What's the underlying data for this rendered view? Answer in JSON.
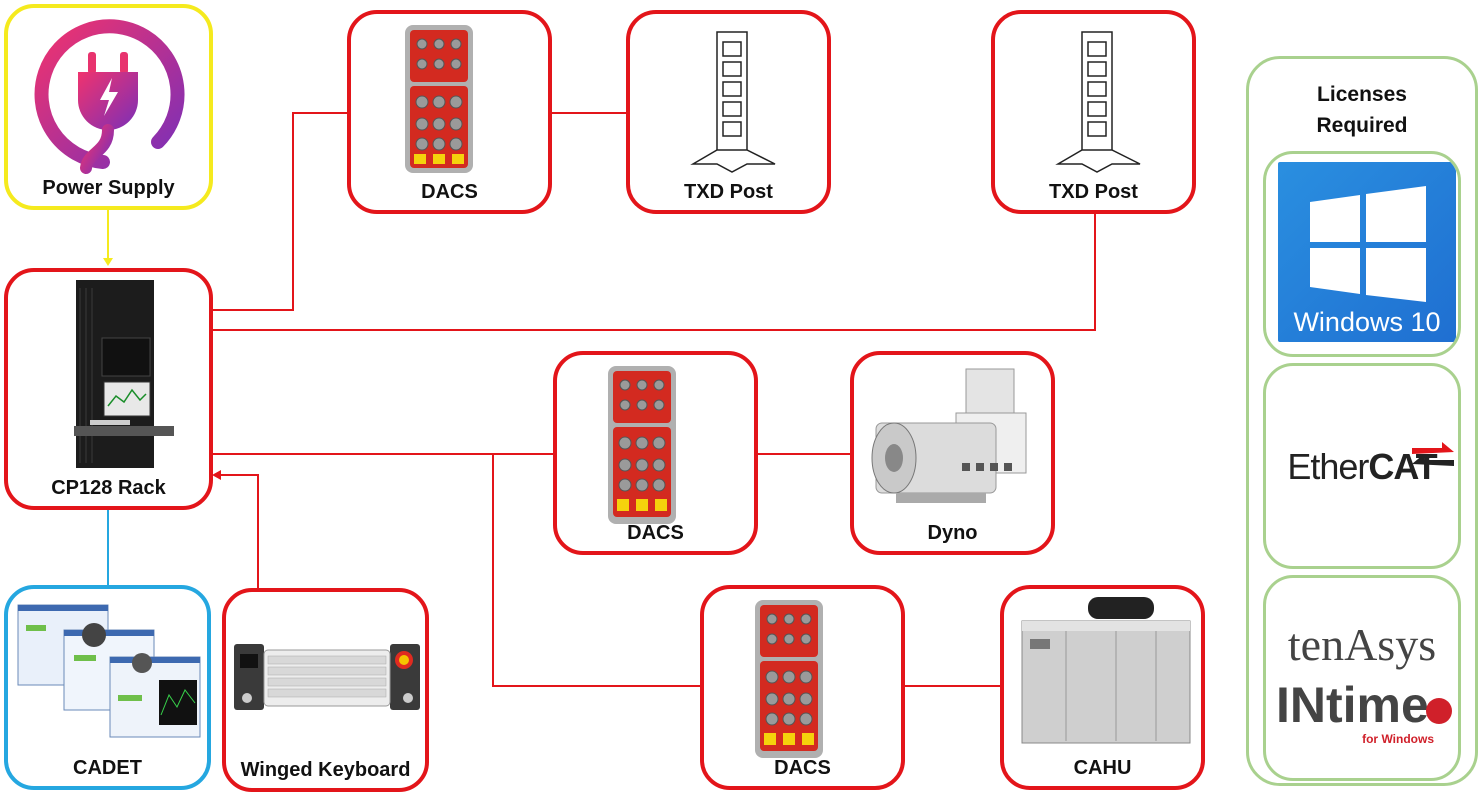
{
  "nodes": {
    "power_supply": "Power Supply",
    "dacs_top": "DACS",
    "txd_post_1": "TXD Post",
    "txd_post_2": "TXD Post",
    "cp128_rack": "CP128 Rack",
    "dacs_mid": "DACS",
    "dyno": "Dyno",
    "cadet": "CADET",
    "winged_keyboard": "Winged Keyboard",
    "dacs_bottom": "DACS",
    "cahu": "CAHU"
  },
  "licenses": {
    "title_line1": "Licenses",
    "title_line2": "Required",
    "windows": "Windows 10",
    "ethercat_prefix": "Ether",
    "ethercat_bold": "CAT",
    "tenasys": "tenAsys",
    "intime": "INtime",
    "for_windows": "for Windows"
  },
  "colors": {
    "red": "#e3151a",
    "yellow": "#f5ea1e",
    "blue": "#25a7e0",
    "green": "#a9d18e"
  }
}
